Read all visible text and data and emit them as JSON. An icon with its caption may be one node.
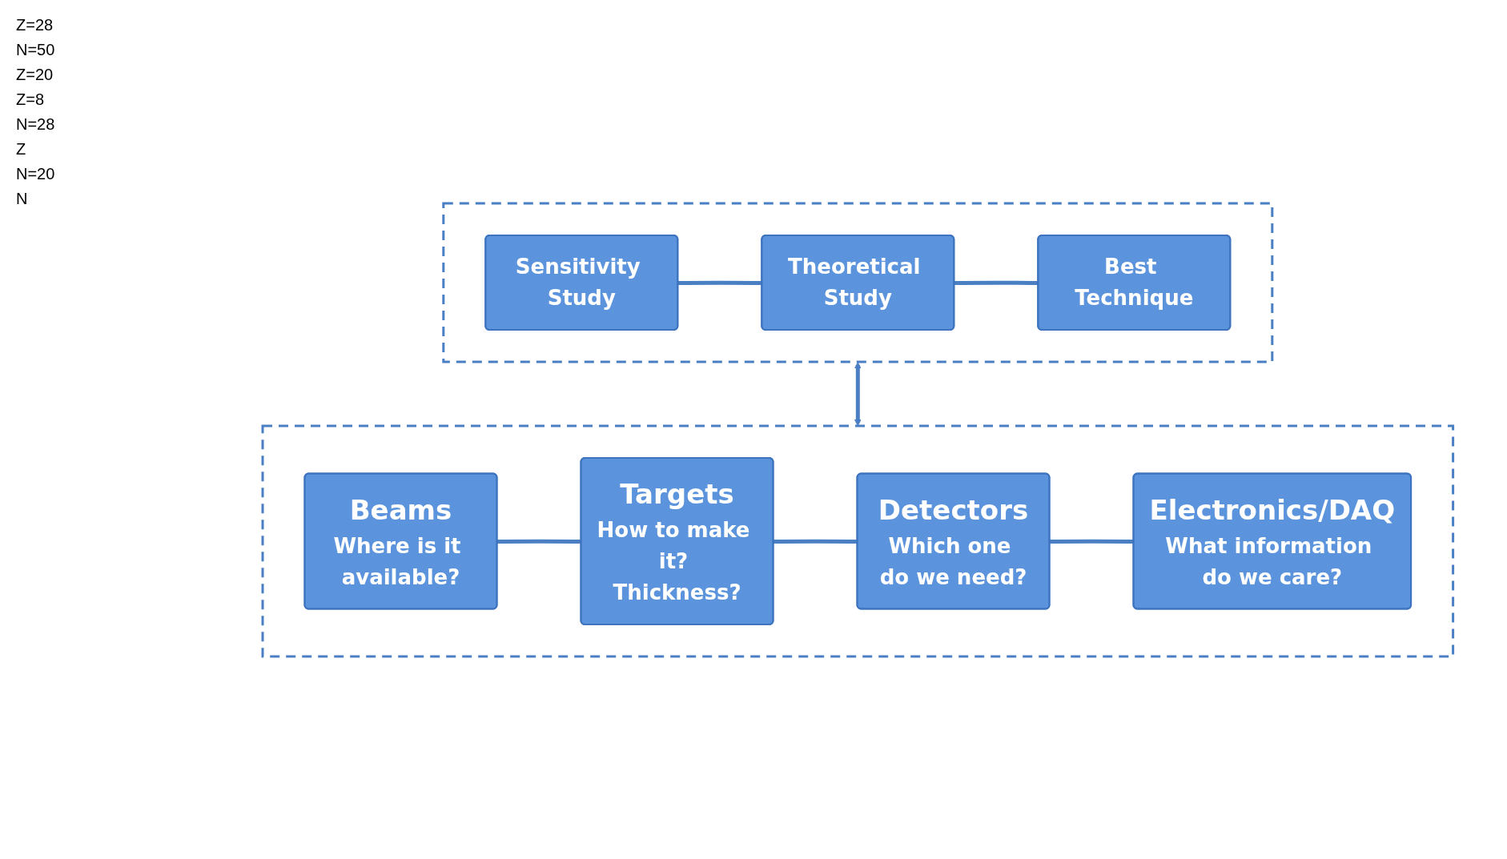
{
  "diagram": {
    "nodes": [
      {
        "text": [],
        "shape": "box"
      },
      {
        "text": [
          "Sensitivity Study"
        ],
        "in": 0
      },
      {
        "text": [
          "Theoretical Study"
        ],
        "in": 0
      },
      {
        "text": [
          "Best Technique"
        ],
        "in": 0
      },
      {
        "text": [],
        "shape": "box"
      },
      {
        "text": [
          "Beams",
          "Where is it available?"
        ],
        "in": 4
      },
      {
        "text": [
          "Targets",
          "How to make it? Thickness?"
        ],
        "in": 4
      },
      {
        "text": [
          "Detectors",
          "Which one do we need?"
        ],
        "in": 4
      },
      {
        "text": [
          "Electronics/DAQ",
          "What information do we care?"
        ],
        "in": 4
      }
    ],
    "edges": [
      {
        "from": 1,
        "to": 2,
        "arrow": "none"
      },
      {
        "from": 2,
        "to": 3,
        "arrow": "none"
      },
      {
        "from": 0,
        "to": 4,
        "arrow": "both"
      },
      {
        "from": 5,
        "to": 6,
        "arrow": "none"
      },
      {
        "from": 6,
        "to": 7,
        "arrow": "none"
      },
      {
        "from": 7,
        "to": 8,
        "arrow": "none"
      }
    ],
    "labels": [
      "Z=28",
      "N=50",
      "Z=20",
      "Z=8",
      "N=28",
      "Z",
      "N=20",
      "N"
    ]
  }
}
